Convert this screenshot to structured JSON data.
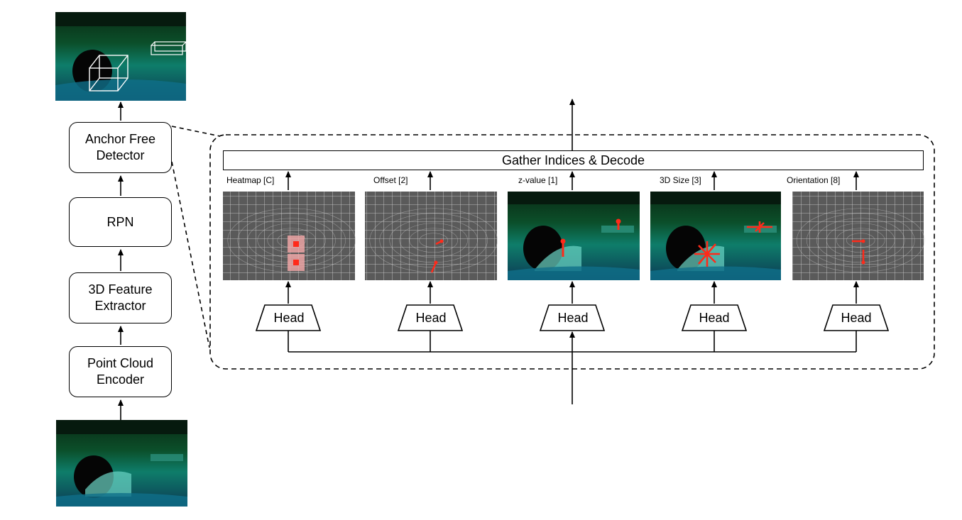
{
  "pipeline": {
    "anchor_free_detector": "Anchor Free\nDetector",
    "rpn": "RPN",
    "feature_extractor": "3D Feature\nExtractor",
    "point_cloud_encoder": "Point Cloud\nEncoder"
  },
  "detail": {
    "gather": "Gather Indices & Decode",
    "heads": [
      {
        "output_label": "Heatmap [C]",
        "head_label": "Head"
      },
      {
        "output_label": "Offset [2]",
        "head_label": "Head"
      },
      {
        "output_label": "z-value [1]",
        "head_label": "Head"
      },
      {
        "output_label": "3D Size [3]",
        "head_label": "Head"
      },
      {
        "output_label": "Orientation [8]",
        "head_label": "Head"
      }
    ]
  },
  "colors": {
    "scene_bg": "#000000",
    "scene_points": "#2ee6c8",
    "scene_far": "#1f8f4a",
    "grid_bg": "#5a5a5a",
    "grid_lines": "#d9d9d9",
    "marker_red": "#ff2a1a",
    "heat_pink": "#f4a7a7"
  }
}
